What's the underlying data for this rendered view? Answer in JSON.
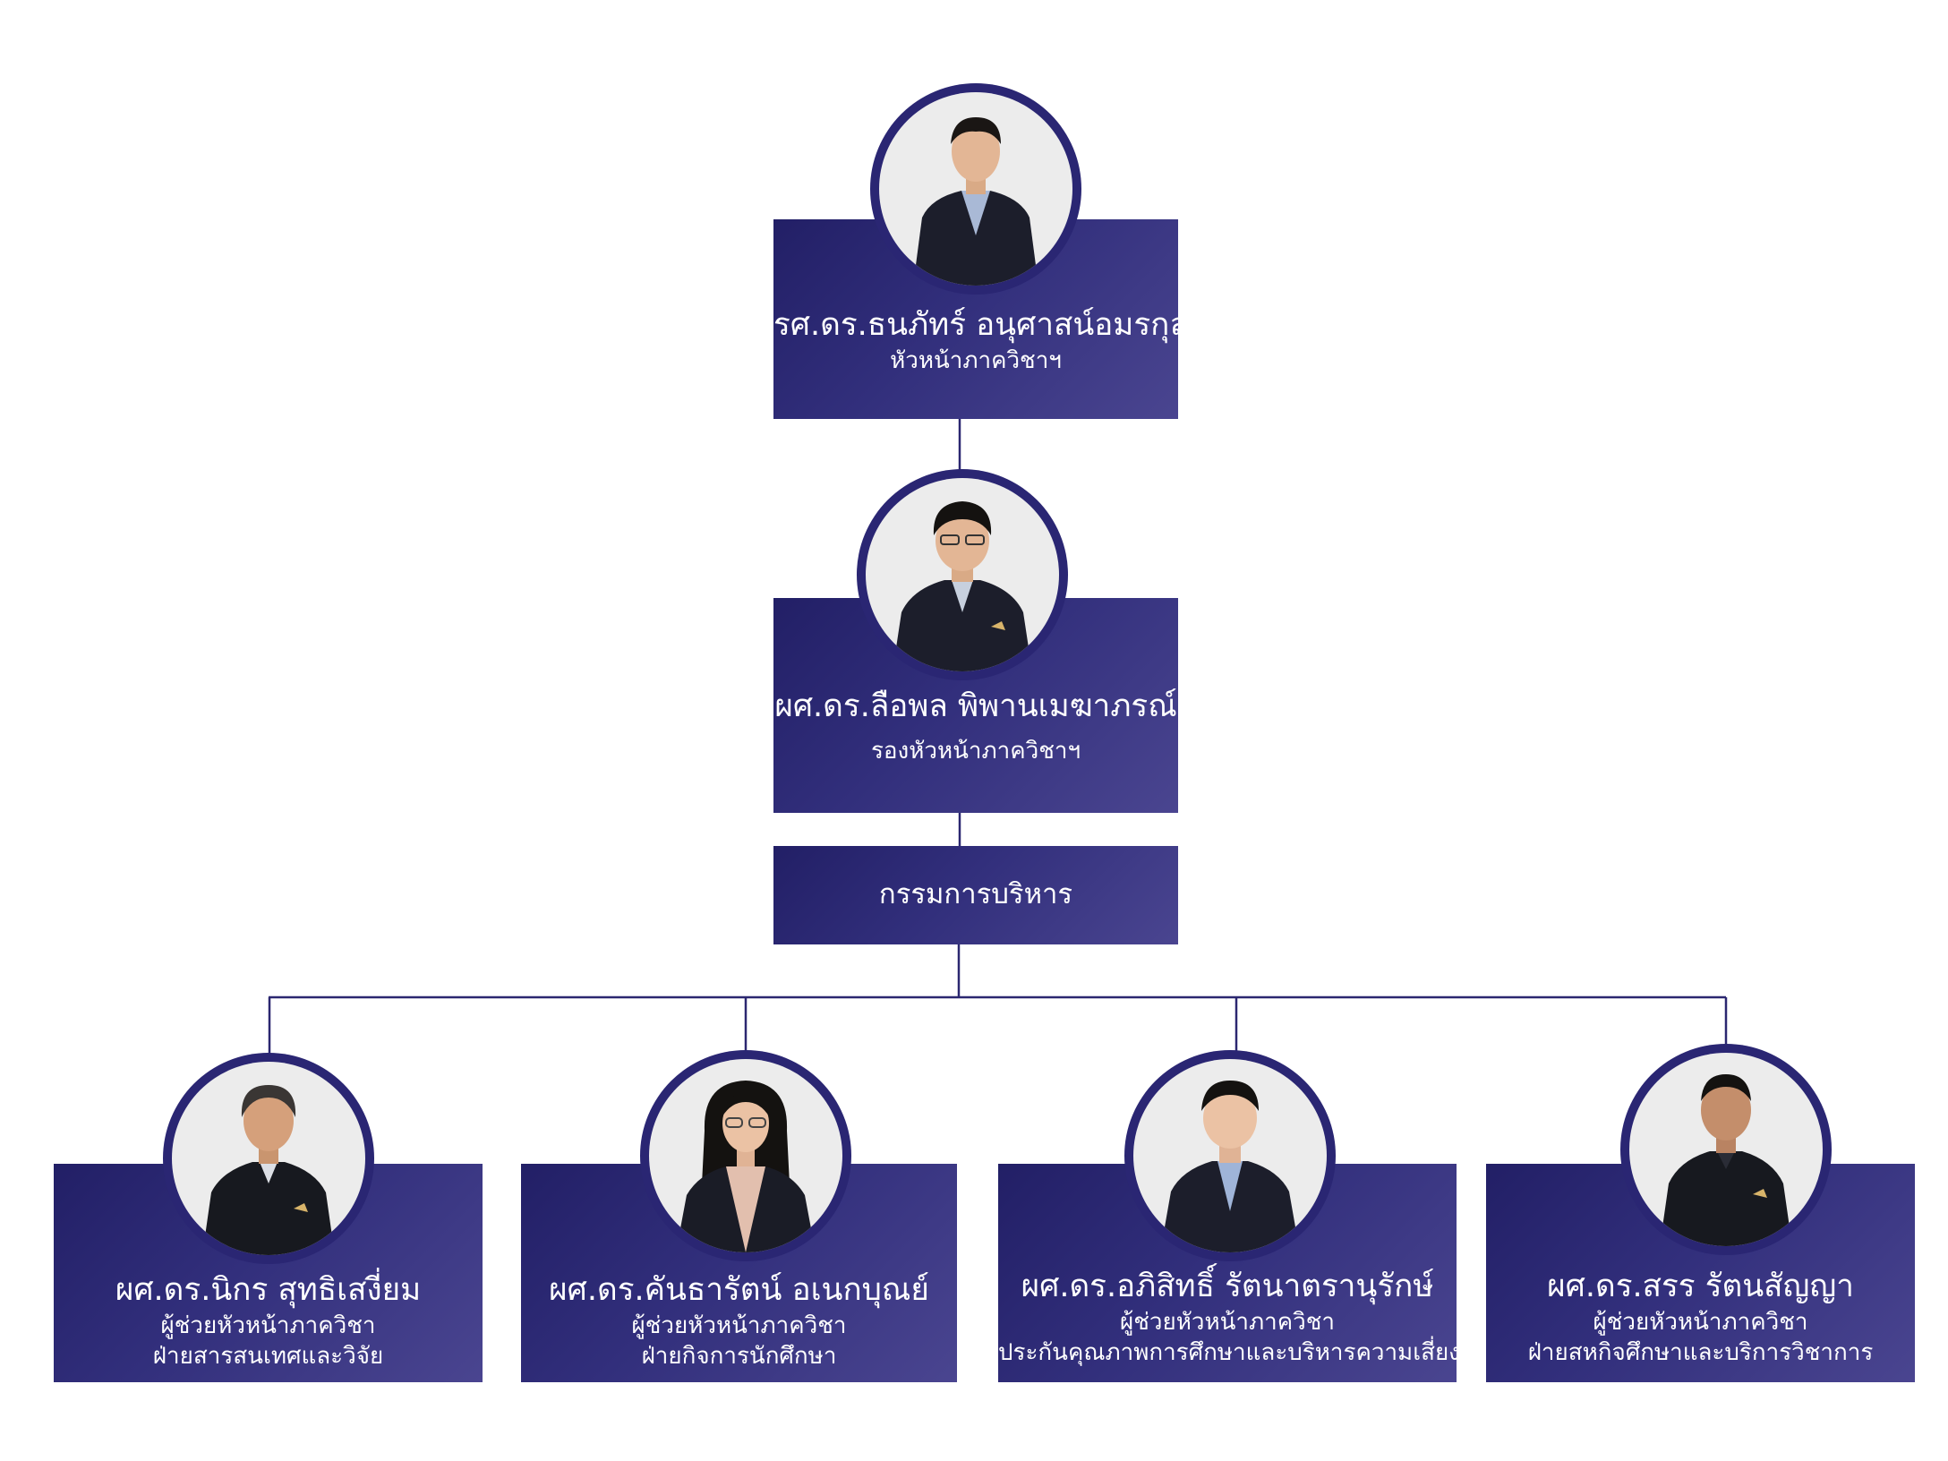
{
  "colors": {
    "card_dark": "#221f66",
    "card_light": "#4a4590",
    "connector": "#2b2770",
    "portrait_ring": "#2a2673",
    "portrait_bg": "#ececec"
  },
  "head": {
    "name": "รศ.ดร.ธนภัทร์ อนุศาสน์อมรกุล",
    "role": "หัวหน้าภาควิชาฯ"
  },
  "deputy": {
    "name": "ผศ.ดร.ลือพล พิพานเมฆาภรณ์",
    "role": "รองหัวหน้าภาควิชาฯ"
  },
  "committee": {
    "label": "กรรมการบริหาร"
  },
  "assistants": [
    {
      "name": "ผศ.ดร.นิกร สุทธิเสงี่ยม",
      "role": "ผู้ช่วยหัวหน้าภาควิชา",
      "division": "ฝ่ายสารสนเทศและวิจัย"
    },
    {
      "name": "ผศ.ดร.คันธารัตน์ อเนกบุณย์",
      "role": "ผู้ช่วยหัวหน้าภาควิชา",
      "division": "ฝ่ายกิจการนักศึกษา"
    },
    {
      "name": "ผศ.ดร.อภิสิทธิ์ รัตนาตรานุรักษ์",
      "role": "ผู้ช่วยหัวหน้าภาควิชา",
      "division": "ประกันคุณภาพการศึกษาและบริหารความเสี่ยง"
    },
    {
      "name": "ผศ.ดร.สรร รัตนสัญญา",
      "role": "ผู้ช่วยหัวหน้าภาควิชา",
      "division": "ฝ่ายสหกิจศึกษาและบริการวิชาการ"
    }
  ]
}
